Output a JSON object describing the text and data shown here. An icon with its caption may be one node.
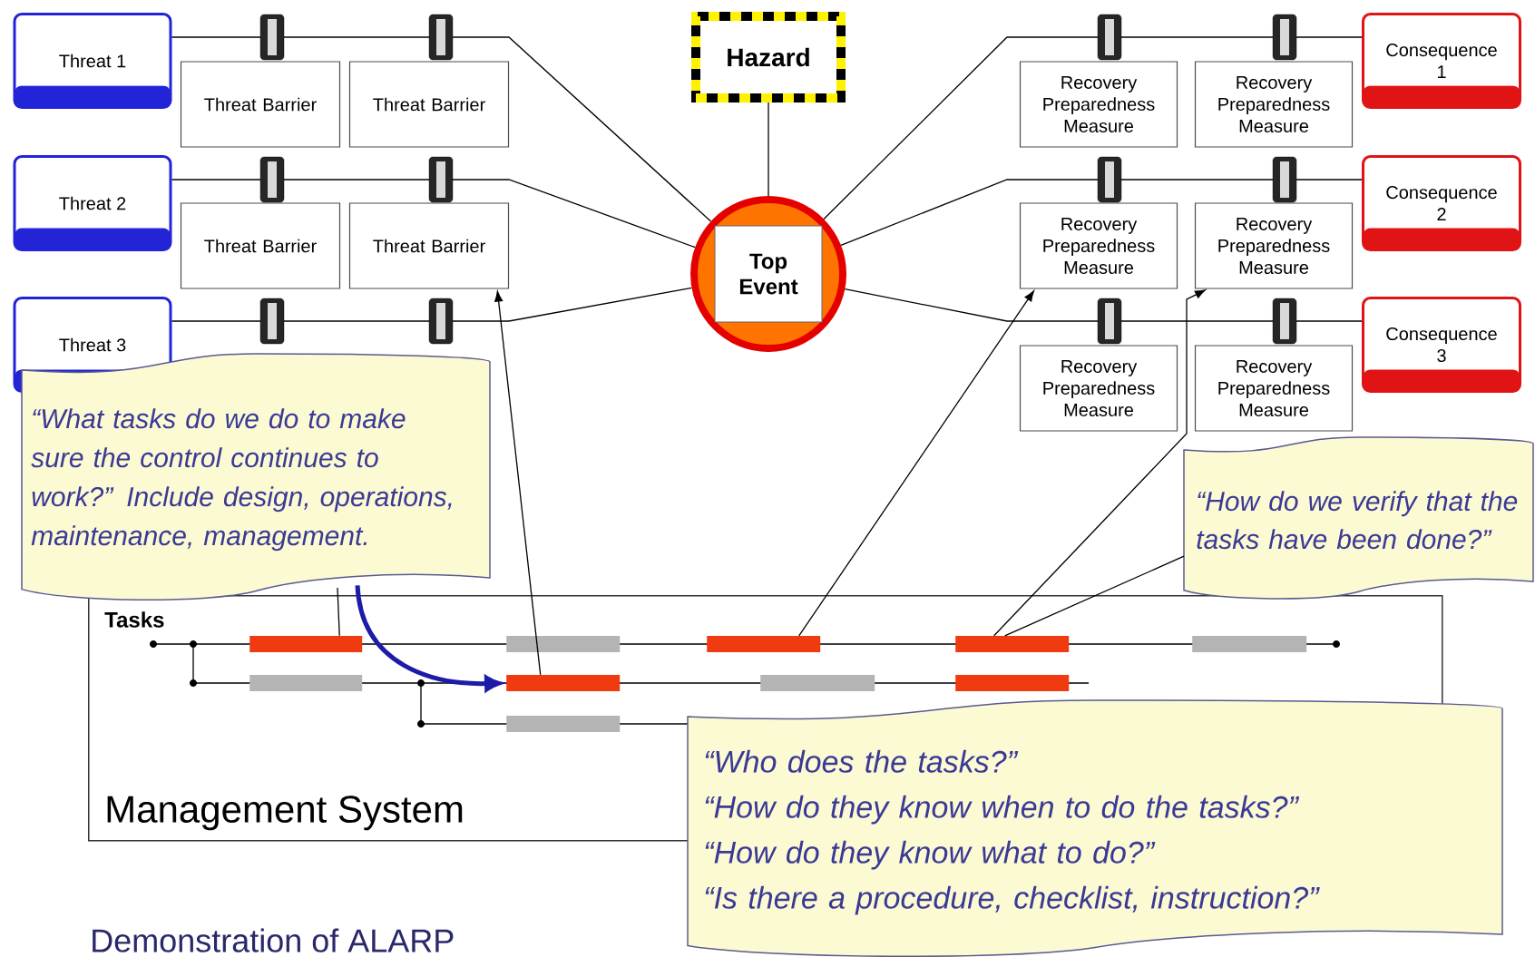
{
  "diagram": {
    "nodes": [
      {
        "text": [
          "Hazard"
        ]
      },
      {
        "text": [
          "Threat 1"
        ]
      },
      {
        "text": [
          "Threat Barrier"
        ]
      },
      {
        "text": [
          "Threat Barrier"
        ]
      },
      {
        "text": [
          "Threat 2"
        ]
      },
      {
        "text": [
          "Threat Barrier"
        ]
      },
      {
        "text": [
          "Threat Barrier"
        ]
      },
      {
        "text": [
          "Threat 3"
        ]
      },
      {
        "text": [
          "Top Event"
        ]
      },
      {
        "text": [
          "Recovery Preparedness Measure"
        ]
      },
      {
        "text": [
          "Recovery Preparedness Measure"
        ]
      },
      {
        "text": [
          "Consequence 1"
        ]
      },
      {
        "text": [
          "Recovery Preparedness Measure"
        ]
      },
      {
        "text": [
          "Recovery Preparedness Measure"
        ]
      },
      {
        "text": [
          "Consequence 2"
        ]
      },
      {
        "text": [
          "Recovery Preparedness Measure"
        ]
      },
      {
        "text": [
          "Recovery Preparedness Measure"
        ]
      },
      {
        "text": [
          "Consequence 3"
        ]
      },
      {
        "text": [
          "“What tasks do we do to make sure the control continues to work?” Include design, operations, maintenance, management."
        ]
      },
      {
        "text": [
          "“How do we verify that the tasks have been done?”"
        ]
      },
      {
        "text": [
          "Tasks",
          "Management System"
        ]
      },
      {
        "text": [],
        "shape": "bar",
        "in": 20
      },
      {
        "text": [],
        "shape": "bar",
        "in": 20
      },
      {
        "text": [],
        "shape": "bar",
        "in": 20
      },
      {
        "text": [],
        "shape": "bar",
        "in": 20
      },
      {
        "text": [],
        "shape": "bar",
        "in": 20
      },
      {
        "text": [],
        "shape": "bar",
        "in": 20
      },
      {
        "text": [],
        "shape": "bar",
        "in": 20
      },
      {
        "text": [],
        "shape": "bar",
        "in": 20
      },
      {
        "text": [],
        "shape": "bar",
        "in": 20
      },
      {
        "text": [],
        "shape": "bar",
        "in": 20
      },
      {
        "text": [
          "“Who does the tasks?”",
          "“How do they know when to do the tasks?”",
          "“How do they know what to do?”",
          "“Is there a procedure, checklist, instruction?”"
        ]
      }
    ],
    "edges": [
      {
        "from": 1,
        "to": 8,
        "arrow": "none"
      },
      {
        "from": 4,
        "to": 8,
        "arrow": "none"
      },
      {
        "from": 7,
        "to": 8,
        "arrow": "none"
      },
      {
        "from": 0,
        "to": 8,
        "arrow": "none"
      },
      {
        "from": 8,
        "to": 11,
        "arrow": "none"
      },
      {
        "from": 8,
        "to": 14,
        "arrow": "none"
      },
      {
        "from": 8,
        "to": 17,
        "arrow": "none"
      },
      {
        "from": 27,
        "to": 6,
        "arrow": "to"
      },
      {
        "from": 23,
        "to": 12,
        "arrow": "to"
      },
      {
        "from": 24,
        "to": 13,
        "arrow": "to"
      },
      {
        "from": 18,
        "to": 27,
        "arrow": "to",
        "style": "thick",
        "color": "#1c1ca8"
      },
      {
        "from": 21,
        "to": null,
        "arrow": "none"
      },
      {
        "from": 24,
        "to": 19,
        "arrow": "none"
      }
    ],
    "labels": [
      "Demonstration of ALARP"
    ]
  }
}
